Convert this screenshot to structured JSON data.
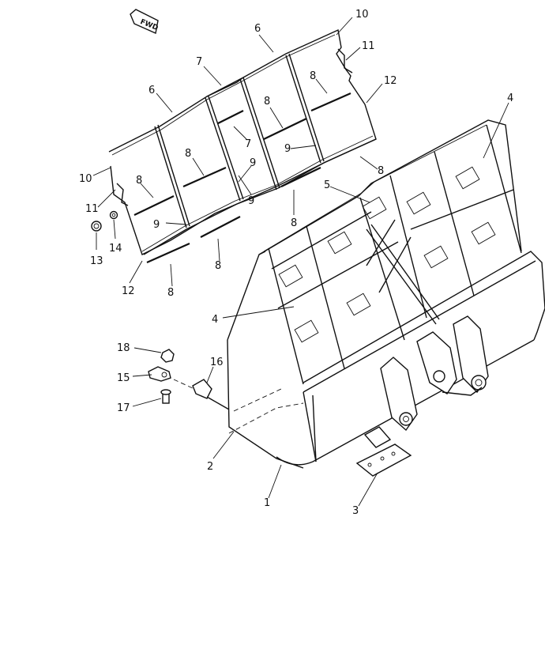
{
  "fwd_label": "FWD",
  "callouts": [
    {
      "id": "c-10a",
      "text": "10"
    },
    {
      "id": "c-6a",
      "text": "6"
    },
    {
      "id": "c-11a",
      "text": "11"
    },
    {
      "id": "c-7a",
      "text": "7"
    },
    {
      "id": "c-12a",
      "text": "12"
    },
    {
      "id": "c-4a",
      "text": "4"
    },
    {
      "id": "c-6b",
      "text": "6"
    },
    {
      "id": "c-8a",
      "text": "8"
    },
    {
      "id": "c-8b",
      "text": "8"
    },
    {
      "id": "c-7b",
      "text": "7"
    },
    {
      "id": "c-9a",
      "text": "9"
    },
    {
      "id": "c-8c",
      "text": "8"
    },
    {
      "id": "c-9b",
      "text": "9"
    },
    {
      "id": "c-8d",
      "text": "8"
    },
    {
      "id": "c-10b",
      "text": "10"
    },
    {
      "id": "c-8e",
      "text": "8"
    },
    {
      "id": "c-9c",
      "text": "9"
    },
    {
      "id": "c-5",
      "text": "5"
    },
    {
      "id": "c-8f",
      "text": "8"
    },
    {
      "id": "c-11b",
      "text": "11"
    },
    {
      "id": "c-9d",
      "text": "9"
    },
    {
      "id": "c-8g",
      "text": "8"
    },
    {
      "id": "c-13",
      "text": "13"
    },
    {
      "id": "c-14",
      "text": "14"
    },
    {
      "id": "c-12b",
      "text": "12"
    },
    {
      "id": "c-8h",
      "text": "8"
    },
    {
      "id": "c-4b",
      "text": "4"
    },
    {
      "id": "c-18",
      "text": "18"
    },
    {
      "id": "c-16",
      "text": "16"
    },
    {
      "id": "c-15",
      "text": "15"
    },
    {
      "id": "c-17",
      "text": "17"
    },
    {
      "id": "c-2",
      "text": "2"
    },
    {
      "id": "c-1",
      "text": "1"
    },
    {
      "id": "c-3",
      "text": "3"
    }
  ]
}
